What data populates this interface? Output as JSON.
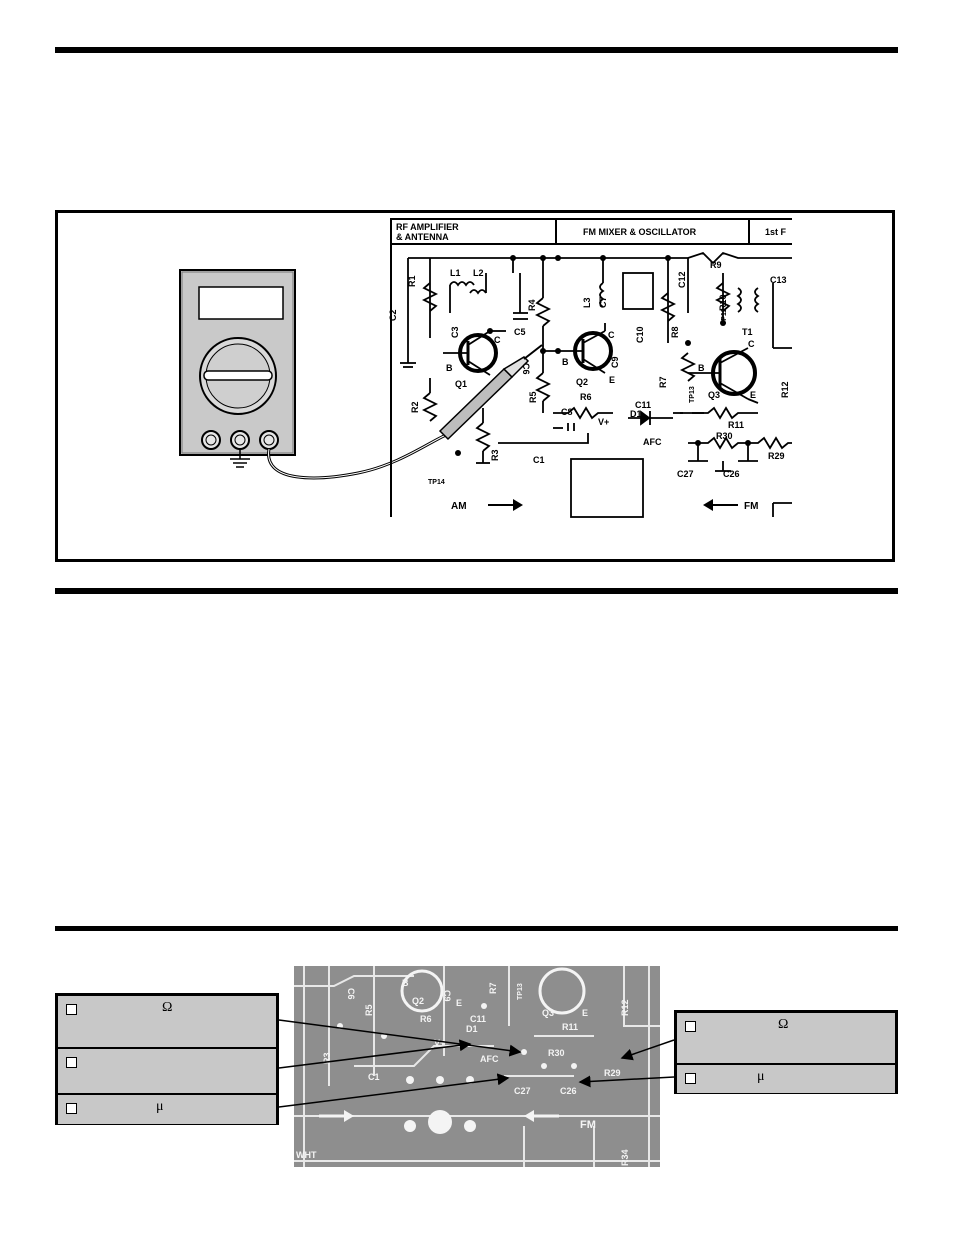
{
  "figure1": {
    "headers": [
      "RF AMPLIFIER",
      "& ANTENNA",
      "FM MIXER & OSCILLATOR",
      "1st F"
    ],
    "components": {
      "R1": "R1",
      "R2": "R2",
      "R3": "R3",
      "R4": "R4",
      "R5": "R5",
      "R6": "R6",
      "R7": "R7",
      "R8": "R8",
      "R9": "R9",
      "R10": "R10",
      "R11": "R11",
      "R12": "R12",
      "R29": "R29",
      "R30": "R30",
      "C1": "C1",
      "C2": "C2",
      "C3": "C3",
      "C5": "C5",
      "C6": "C6",
      "C7": "C7",
      "C8": "C8",
      "C9": "C9",
      "C10": "C10",
      "C11": "C11",
      "C12": "C12",
      "C13": "C13",
      "C26": "C26",
      "C27": "C27",
      "L1": "L1",
      "L2": "L2",
      "L3": "L3",
      "T1": "T1",
      "D1": "D1",
      "Q1": "Q1",
      "Q2": "Q2",
      "Q3": "Q3",
      "TP12": "TP12",
      "TP13": "TP13",
      "TP14": "TP14",
      "AFC": "AFC",
      "V+": "V+",
      "AM": "AM",
      "FM": "FM",
      "B": "B",
      "C": "C",
      "E": "E"
    }
  },
  "photo_labels": {
    "C6": "C6",
    "C9": "C9",
    "B": "B",
    "Q2": "Q2",
    "E": "E",
    "R7": "R7",
    "TP13": "TP13",
    "Q3": "Q3",
    "R12": "R12",
    "R5": "R5",
    "R6": "R6",
    "D1": "D1",
    "C11": "C11",
    "R11": "R11",
    "V+": "V+",
    "R3": "R3",
    "AFC": "AFC",
    "R30": "R30",
    "R29": "R29",
    "C1": "C1",
    "C27": "C27",
    "C26": "C26",
    "FM": "FM",
    "WHT": "WHT",
    "R34": "R34"
  },
  "left_panel": [
    {
      "symbol": "Ω"
    },
    {
      "symbol": ""
    },
    {
      "symbol": "μ"
    }
  ],
  "right_panel": [
    {
      "symbol": "Ω"
    },
    {
      "symbol": "μ"
    }
  ]
}
